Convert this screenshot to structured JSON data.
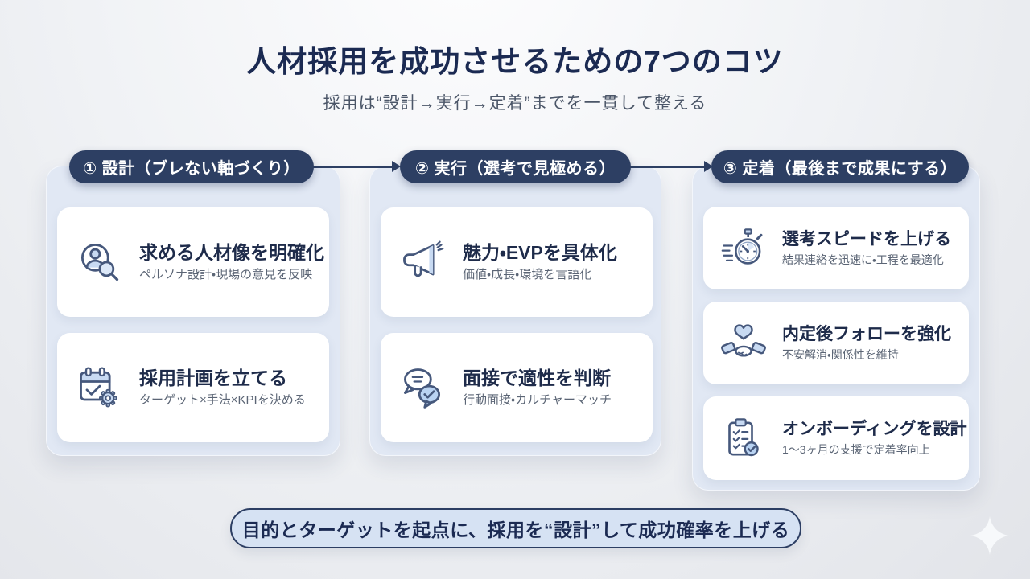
{
  "title": "人材採用を成功させるための7つのコツ",
  "subtitle": "採用は“設計→実行→定着”までを一貫して整える",
  "columns": [
    {
      "header": "① 設計（ブレない軸づくり）",
      "cards": [
        {
          "icon": "person-search-icon",
          "heading": "求める人材像を明確化",
          "description": "ペルソナ設計・現場の意見を反映"
        },
        {
          "icon": "calendar-gear-icon",
          "heading": "採用計画を立てる",
          "description": "ターゲット×手法×KPIを決める"
        }
      ]
    },
    {
      "header": "② 実行（選考で見極める）",
      "cards": [
        {
          "icon": "megaphone-icon",
          "heading": "魅力・EVPを具体化",
          "description": "価値・成長・環境を言語化"
        },
        {
          "icon": "chat-check-icon",
          "heading": "面接で適性を判断",
          "description": "行動面接・カルチャーマッチ"
        }
      ]
    },
    {
      "header": "③ 定着（最後まで成果にする）",
      "cards": [
        {
          "icon": "stopwatch-icon",
          "heading": "選考スピードを上げる",
          "description": "結果連絡を迅速に・工程を最適化"
        },
        {
          "icon": "handshake-heart-icon",
          "heading": "内定後フォローを強化",
          "description": "不安解消・関係性を維持"
        },
        {
          "icon": "clipboard-check-icon",
          "heading": "オンボーディングを設計",
          "description": "1〜3ヶ月の支援で定着率向上"
        }
      ]
    }
  ],
  "footer": "目的とターゲットを起点に、採用を“設計”して成功確率を上げる",
  "colors": {
    "navy": "#2d3f63",
    "title_text": "#1b2a52",
    "heading_text": "#1e2b4a",
    "muted_text": "#5b6575",
    "panel_bg": "#e1e8f4",
    "card_bg": "#ffffff",
    "footer_bg": "#d6e2f3",
    "icon_fill": "#c8daf2",
    "icon_stroke": "#46587c"
  }
}
